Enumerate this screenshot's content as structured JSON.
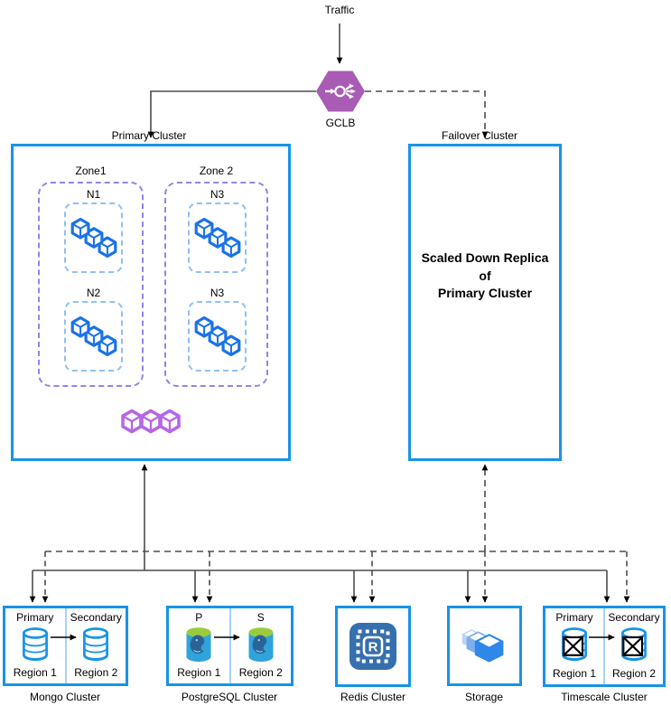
{
  "diagram": {
    "traffic_label": "Traffic",
    "gclb_label": "GCLB",
    "primary_cluster": {
      "title": "Primary Cluster",
      "zones": [
        {
          "label": "Zone1",
          "nodes": [
            "N1",
            "N2"
          ]
        },
        {
          "label": "Zone 2",
          "nodes": [
            "N3",
            "N3"
          ]
        }
      ]
    },
    "failover_cluster": {
      "title": "Failover Cluster",
      "body": [
        "Scaled Down Replica",
        "of",
        "Primary Cluster"
      ]
    },
    "databases": [
      {
        "name": "Mongo Cluster",
        "left_role": "Primary",
        "right_role": "Secondary",
        "left_region": "Region 1",
        "right_region": "Region 2",
        "icon": "mongodb-database-icon"
      },
      {
        "name": "PostgreSQL Cluster",
        "left_role": "P",
        "right_role": "S",
        "left_region": "Region 1",
        "right_region": "Region 2",
        "icon": "postgresql-database-icon"
      },
      {
        "name": "Redis Cluster",
        "icon": "redis-memorystore-chip-icon",
        "icon_letter": "R"
      },
      {
        "name": "Storage",
        "icon": "cloud-storage-boxes-icon"
      },
      {
        "name": "Timescale Cluster",
        "left_role": "Primary",
        "right_role": "Secondary",
        "left_region": "Region 1",
        "right_region": "Region 2",
        "icon": "timescale-database-icon"
      }
    ],
    "icons": {
      "gclb": "load-balancer-hexagon-icon",
      "workloads": "gke-workload-cubes-icon",
      "pods": "pod-hexagons-icon"
    },
    "colors": {
      "box_border_blue": "#1794E6",
      "divider_blue": "#A8D2F4",
      "zone_dash_purple": "#8F86E8",
      "node_dash_blue": "#8FC0F8",
      "cube_blue": "#1A73E8",
      "pods_purple": "#B666E6",
      "gclb_purple": "#A85CB3",
      "redis_blue": "#366FAE",
      "storage_front_blue": "#2F87E8",
      "storage_mid_blue": "#7FAEED",
      "storage_back_blue": "#BCD5F7",
      "postgres_body_blue": "#2EA3DC",
      "postgres_top_green": "#9BCB3C",
      "postgres_logo_blue": "#2C6397",
      "connector_gray": "#4D4D4D"
    }
  }
}
